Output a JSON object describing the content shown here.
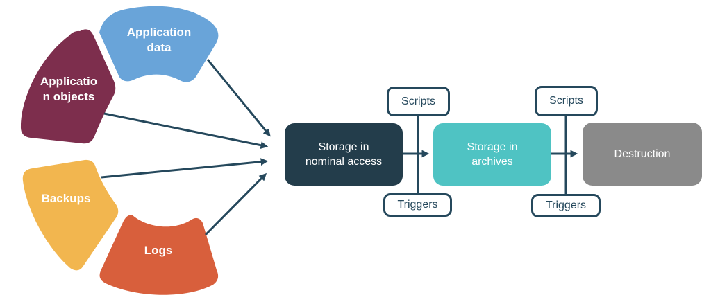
{
  "sources": [
    {
      "label_lines": [
        "Application",
        "data"
      ],
      "color": "#69A4D9"
    },
    {
      "label_lines": [
        "Applicatio",
        "n objects"
      ],
      "color": "#7D2E4D"
    },
    {
      "label_lines": [
        "Backups"
      ],
      "color": "#F2B64F"
    },
    {
      "label_lines": [
        "Logs"
      ],
      "color": "#D85F3C"
    }
  ],
  "flow": {
    "stages": [
      {
        "label_lines": [
          "Storage in",
          "nominal access"
        ],
        "color": "#233D4B"
      },
      {
        "label_lines": [
          "Storage in",
          "archives"
        ],
        "color": "#4FC3C3"
      },
      {
        "label_lines": [
          "Destruction"
        ],
        "color": "#8A8A8A"
      }
    ],
    "connectors": [
      {
        "scripts_label": "Scripts",
        "triggers_label": "Triggers"
      },
      {
        "scripts_label": "Scripts",
        "triggers_label": "Triggers"
      }
    ]
  },
  "colors": {
    "line": "#25485C",
    "canvas_bg": "#FFFFFF",
    "label_text": "#FFFFFF"
  }
}
